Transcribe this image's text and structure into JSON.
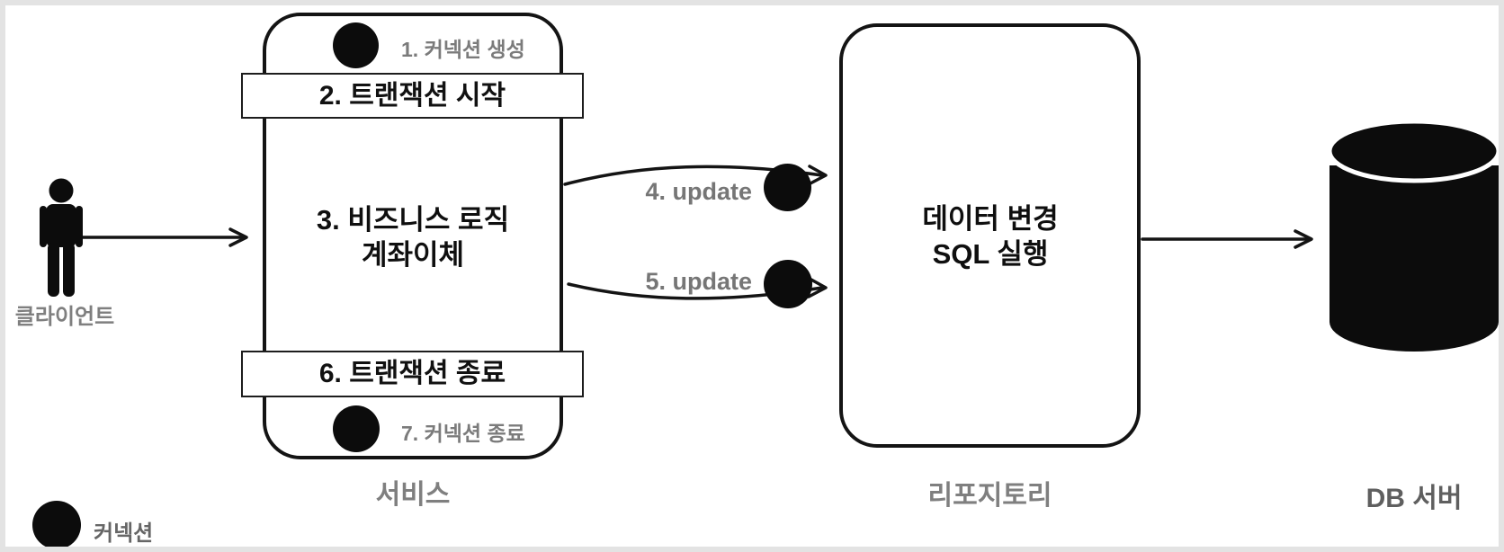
{
  "diagram": {
    "client": {
      "label": "클라이언트"
    },
    "service": {
      "title": "서비스",
      "step1": "1. 커넥션 생성",
      "step2": "2. 트랜잭션 시작",
      "step3_line1": "3. 비즈니스 로직",
      "step3_line2": "계좌이체",
      "step6": "6. 트랜잭션 종료",
      "step7": "7. 커넥션 종료"
    },
    "arrows": {
      "update4": "4. update",
      "update5": "5. update"
    },
    "repository": {
      "title": "리포지토리",
      "line1": "데이터 변경",
      "line2": "SQL 실행"
    },
    "db_server": {
      "title": "DB 서버"
    },
    "legend": {
      "connection": "커넥션"
    },
    "colors": {
      "ink": "#141414",
      "gray_label": "#7b7b7b",
      "frame_border": "#e3e3e3",
      "dot": "#0c0c0c"
    }
  }
}
